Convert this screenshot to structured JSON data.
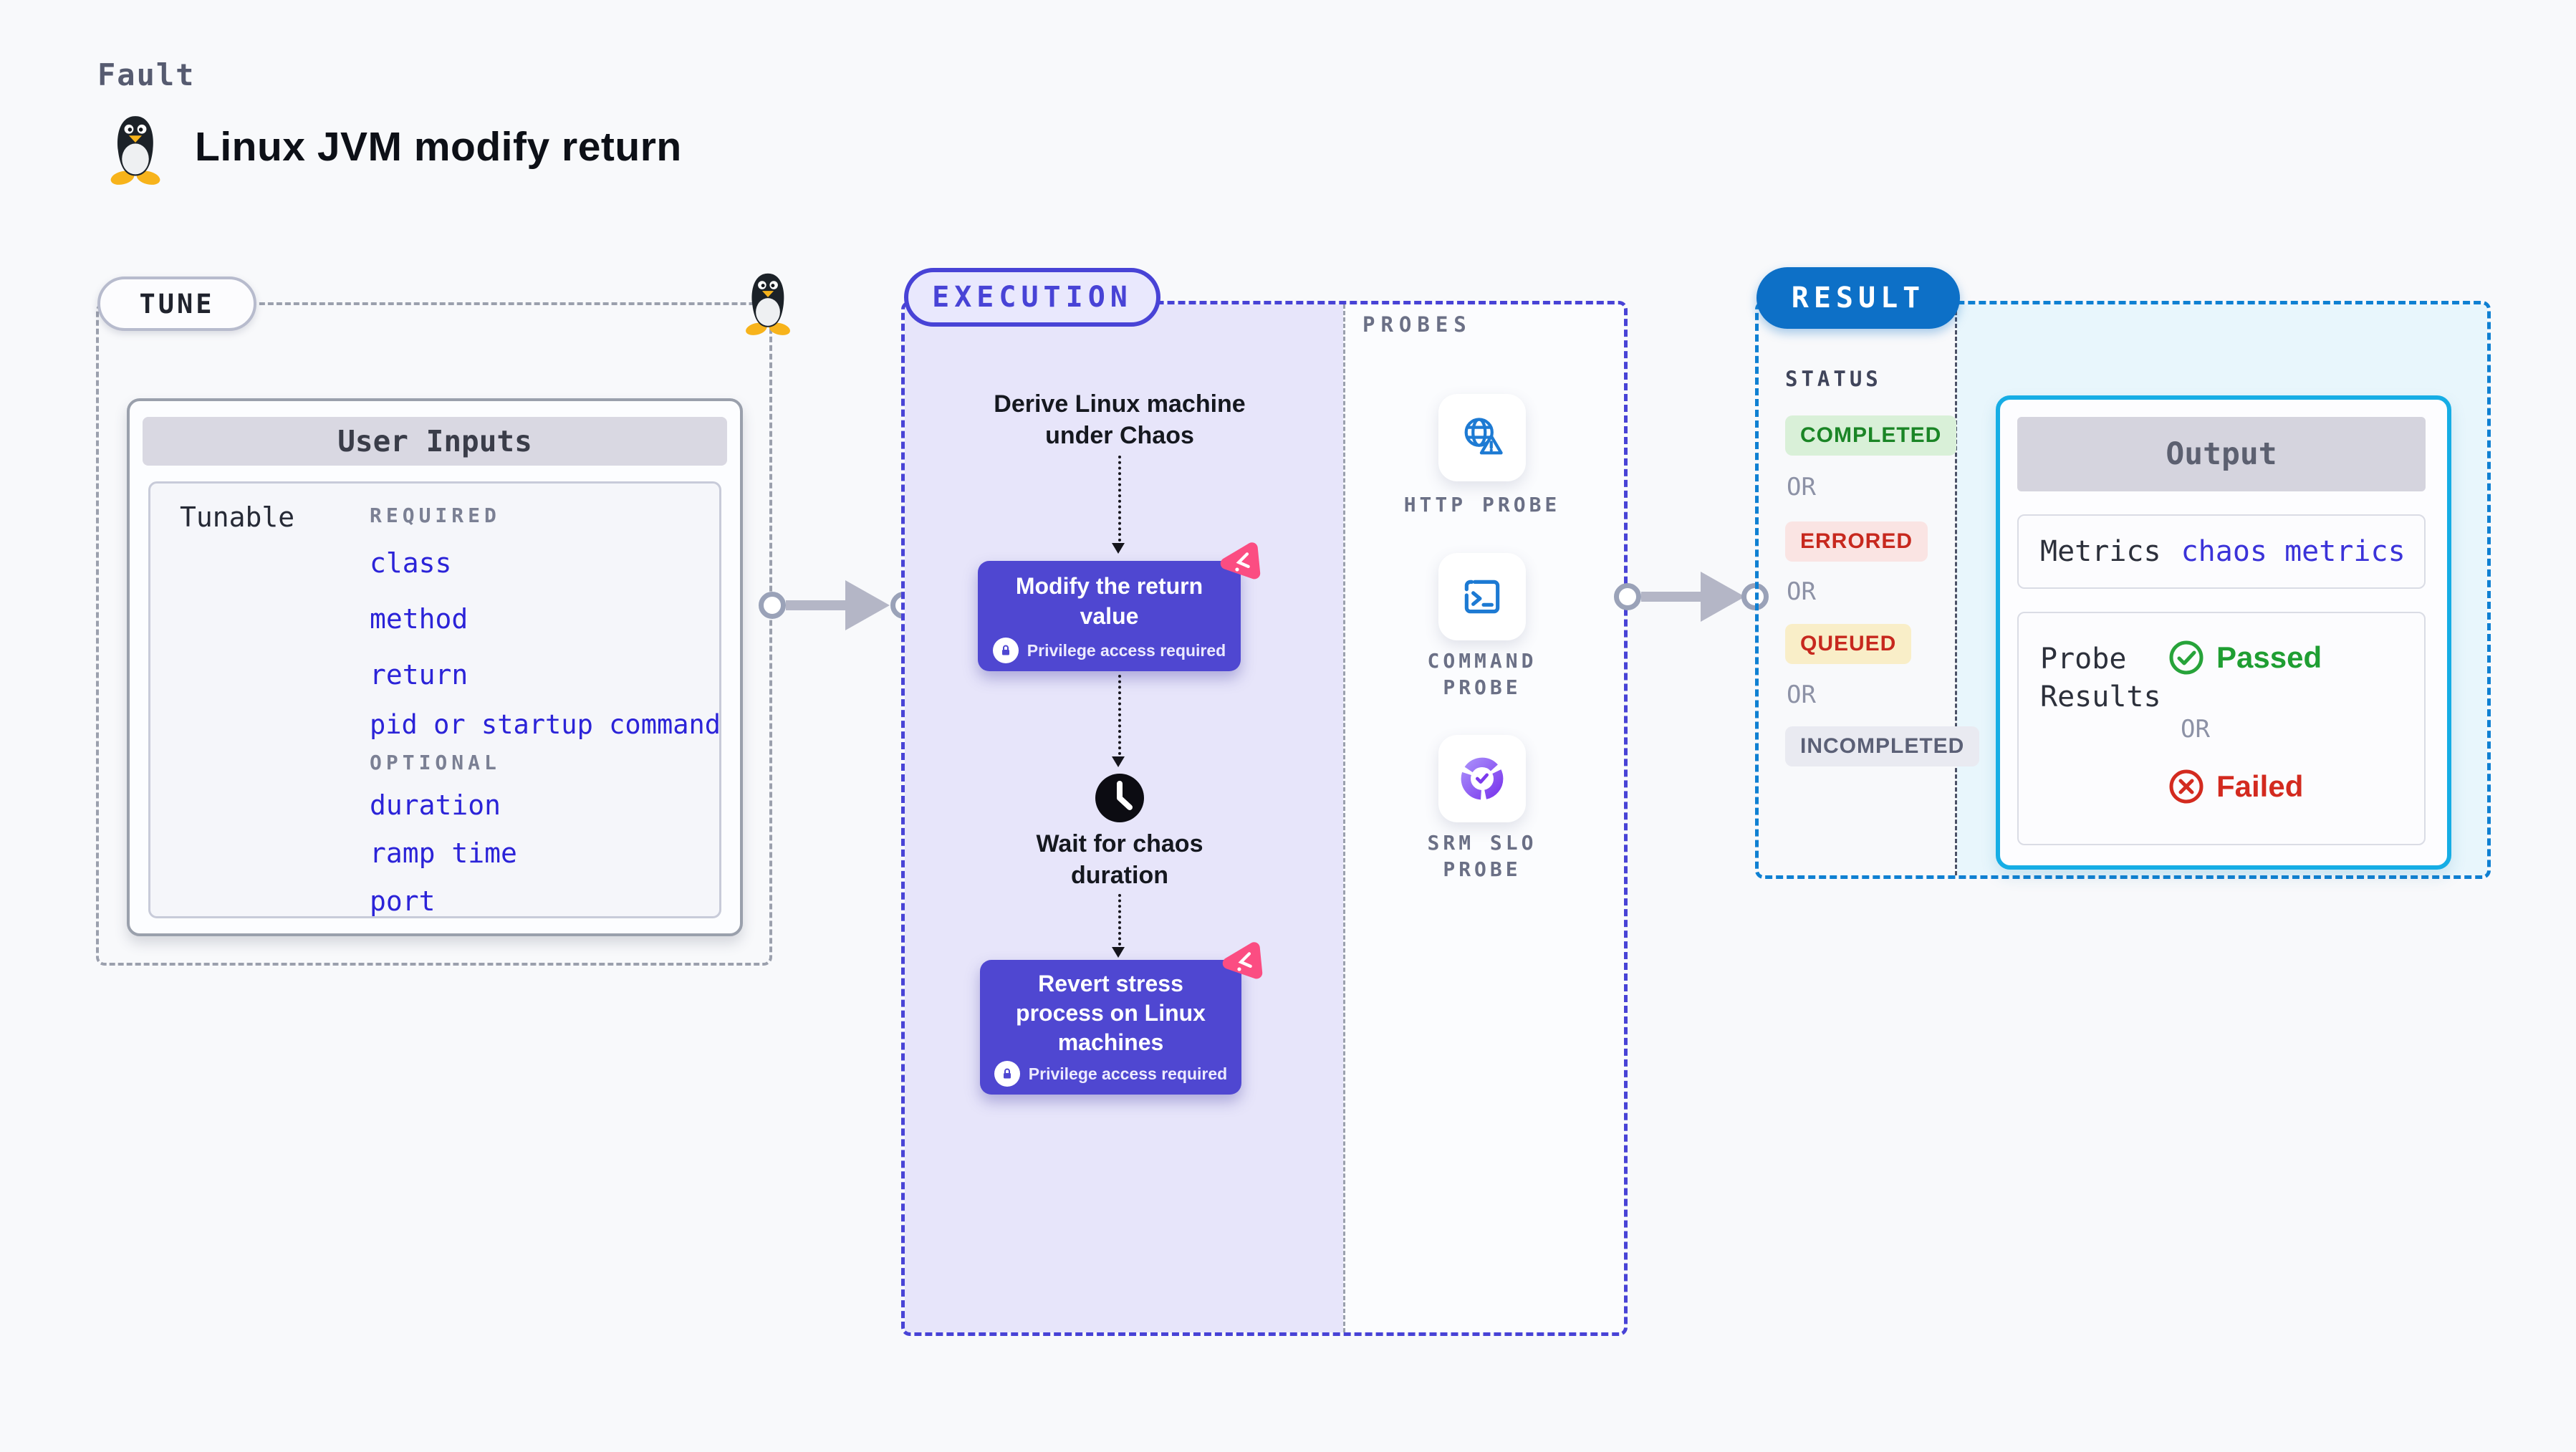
{
  "header": {
    "kicker": "Fault",
    "title": "Linux JVM modify return"
  },
  "tune": {
    "label": "TUNE",
    "user_inputs": {
      "title": "User Inputs",
      "row_label": "Tunable",
      "required_label": "REQUIRED",
      "required_items": [
        "class",
        "method",
        "return",
        "pid or startup command"
      ],
      "optional_label": "OPTIONAL",
      "optional_items": [
        "duration",
        "ramp time",
        "port"
      ]
    }
  },
  "execution": {
    "label": "EXECUTION",
    "start": {
      "lines": [
        "Derive Linux machine",
        "under Chaos"
      ]
    },
    "modify": {
      "lines": [
        "Modify the return",
        "value"
      ],
      "badge": "Privilege access required"
    },
    "wait": {
      "lines": [
        "Wait for chaos",
        "duration"
      ]
    },
    "revert": {
      "lines": [
        "Revert stress",
        "process on Linux",
        "machines"
      ],
      "badge": "Privilege access required"
    }
  },
  "probes": {
    "label": "PROBES",
    "items": [
      {
        "name": "HTTP PROBE",
        "lines": [
          "HTTP PROBE",
          ""
        ]
      },
      {
        "name": "COMMAND PROBE",
        "lines": [
          "COMMAND",
          "PROBE"
        ]
      },
      {
        "name": "SRM SLO PROBE",
        "lines": [
          "SRM SLO",
          "PROBE"
        ]
      }
    ]
  },
  "result": {
    "label": "RESULT",
    "status_label": "STATUS",
    "or_label": "OR",
    "statuses": [
      {
        "text": "COMPLETED",
        "tone": "green"
      },
      {
        "text": "ERRORED",
        "tone": "red"
      },
      {
        "text": "QUEUED",
        "tone": "yellow"
      },
      {
        "text": "INCOMPLETED",
        "tone": "gray"
      }
    ],
    "output": {
      "title": "Output",
      "metrics_label": "Metrics",
      "metrics_value": "chaos metrics",
      "probe_results": {
        "lines": [
          "Probe",
          "Results"
        ]
      },
      "passed": "Passed",
      "or": "OR",
      "failed": "Failed"
    }
  },
  "icons": {
    "tux_penguin": "linux-penguin",
    "chaos_logo": "harness-chaos-pink-triangle",
    "lock": "privilege-lock",
    "clock": "wait-clock",
    "http_probe": "globe-warning",
    "command_probe": "terminal-prompt",
    "srm_slo_probe": "slo-donut-check",
    "passed": "circle-check",
    "failed": "circle-x"
  },
  "colors": {
    "page_bg": "#f8f9fb",
    "execution_accent": "#4843d6",
    "execution_fill": "#e7e5fa",
    "node_fill": "#4f47d1",
    "result_accent": "#0f80d2",
    "result_fill": "#e8f6fc",
    "output_border": "#16ade5",
    "link_blue": "#2b23d8",
    "chaos_pink": "#fb4d82",
    "probe_blue": "#1d7ad3",
    "slo_purple": "#7c3aed",
    "passed_green": "#1f9e32",
    "failed_red": "#d32a1f"
  }
}
